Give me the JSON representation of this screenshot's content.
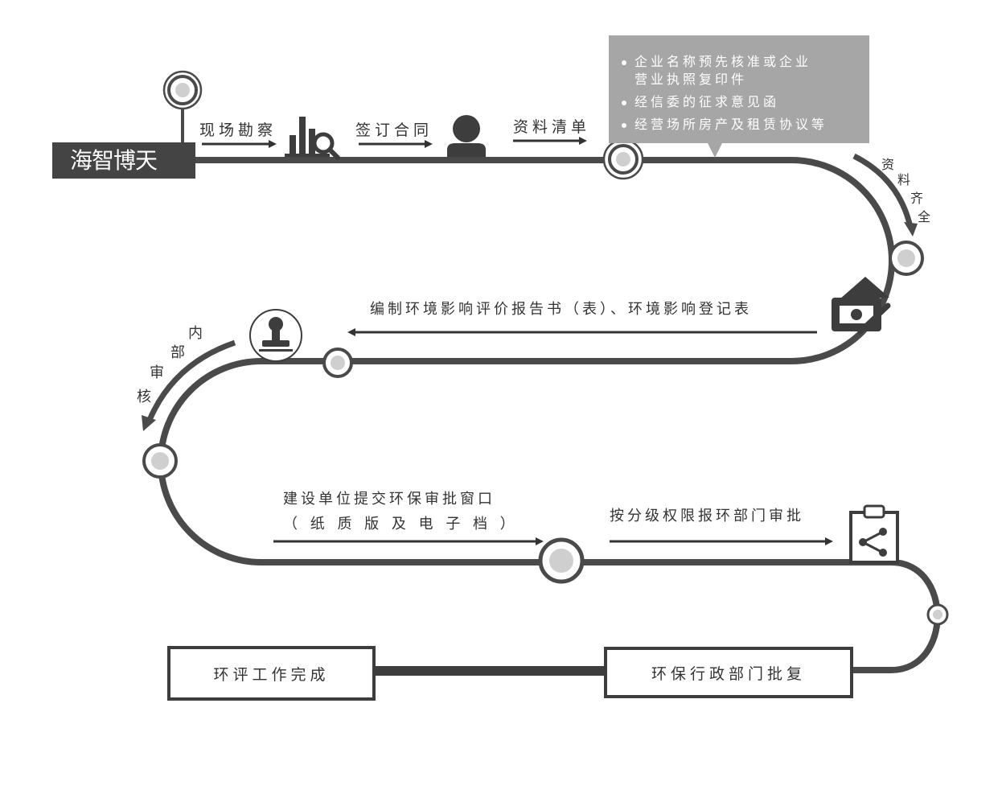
{
  "brand": {
    "name": "海智博天"
  },
  "steps": {
    "site_survey": "现场勘察",
    "sign_contract": "签订合同",
    "document_list": "资料清单",
    "compile_report": "编制环境影响评价报告书（表）、环境影响登记表",
    "submit_line1": "建设单位提交环保审批窗口",
    "submit_line2": "（ 纸 质 版 及 电 子 档 ）",
    "report_by_level": "按分级权限报环部门审批"
  },
  "document_requirements": {
    "items": [
      "企业名称预先核准或企业\n营业执照复印件",
      "经信委的征求意见函",
      "经营场所房产及租赁协议等"
    ]
  },
  "vertical_labels": {
    "materials_complete": [
      "资",
      "料",
      "齐",
      "全"
    ],
    "internal_review": [
      "内",
      "部",
      "审",
      "核"
    ]
  },
  "end_boxes": {
    "reply": "环保行政部门批复",
    "complete": "环评工作完成"
  },
  "colors": {
    "track": "#4a4a4a",
    "node_fill": "#cfcfcf",
    "callout_bg": "#a6a6a6",
    "brand_bg": "#444444"
  }
}
